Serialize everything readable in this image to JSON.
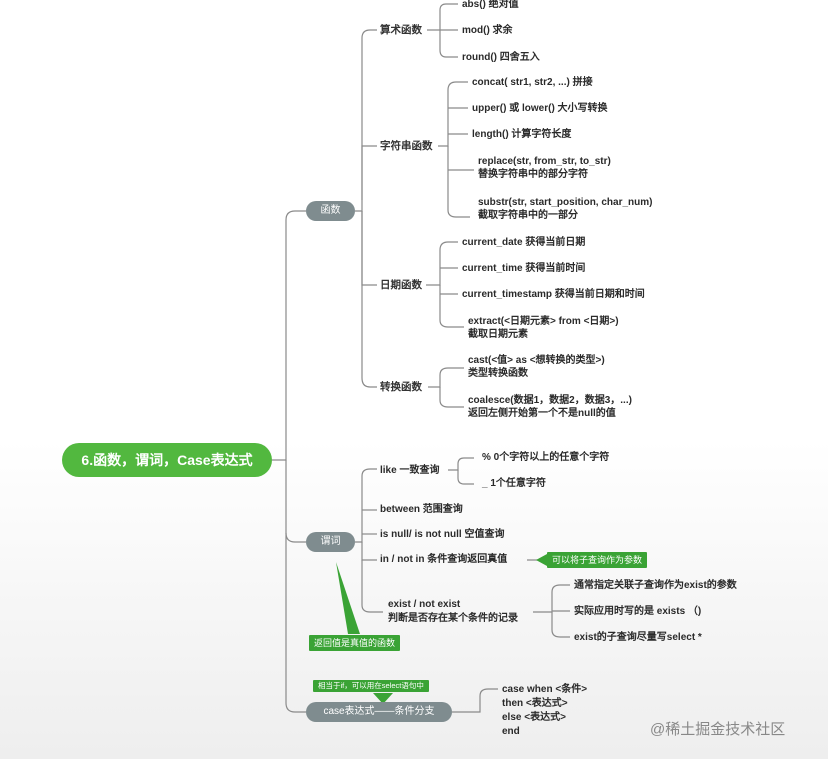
{
  "root": "6.函数，谓词，Case表达式",
  "functions": {
    "label": "函数",
    "arith": {
      "label": "算术函数",
      "items": [
        "abs() 绝对值",
        "mod() 求余",
        "round() 四舍五入"
      ]
    },
    "string": {
      "label": "字符串函数",
      "items": [
        "concat( str1, str2, ...) 拼接",
        "upper() 或 lower() 大小写转换",
        "length() 计算字符长度",
        "replace(str, from_str, to_str)",
        "替换字符串中的部分字符",
        "substr(str, start_position, char_num)",
        "截取字符串中的一部分"
      ]
    },
    "date": {
      "label": "日期函数",
      "items": [
        "current_date 获得当前日期",
        "current_time 获得当前时间",
        "current_timestamp 获得当前日期和时间",
        "extract(<日期元素> from <日期>)",
        "截取日期元素"
      ]
    },
    "convert": {
      "label": "转换函数",
      "items": [
        "cast(<值> as <想转换的类型>)",
        "类型转换函数",
        "coalesce(数据1，数据2，数据3，...)",
        "返回左侧开始第一个不是null的值"
      ]
    }
  },
  "predicates": {
    "label": "谓词",
    "like": {
      "label": "like 一致查询",
      "items": [
        "%   0个字符以上的任意个字符",
        "_   1个任意字符"
      ]
    },
    "between": "between 范围查询",
    "isnull": "is null/ is not null 空值查询",
    "in": "in / not in  条件查询返回真值",
    "in_note": "可以将子查询作为参数",
    "exist": {
      "line1": "exist / not exist",
      "line2": "判断是否存在某个条件的记录",
      "items": [
        "通常指定关联子查询作为exist的参数",
        "实际应用时写的是 exists （)",
        "exist的子查询尽量写select *"
      ]
    },
    "bottom_note": "返回值是真值的函数"
  },
  "case": {
    "label": "case表达式——条件分支",
    "note": "相当于if，可以用在select语句中",
    "items": [
      "case when <条件>",
      "then <表达式>",
      "else <表达式>",
      "end"
    ]
  },
  "watermark": "@稀土掘金技术社区",
  "colors": {
    "root": "#52b83f",
    "pill": "#7f8c8f",
    "note": "#3aa335",
    "line": "#8a8a8a"
  }
}
